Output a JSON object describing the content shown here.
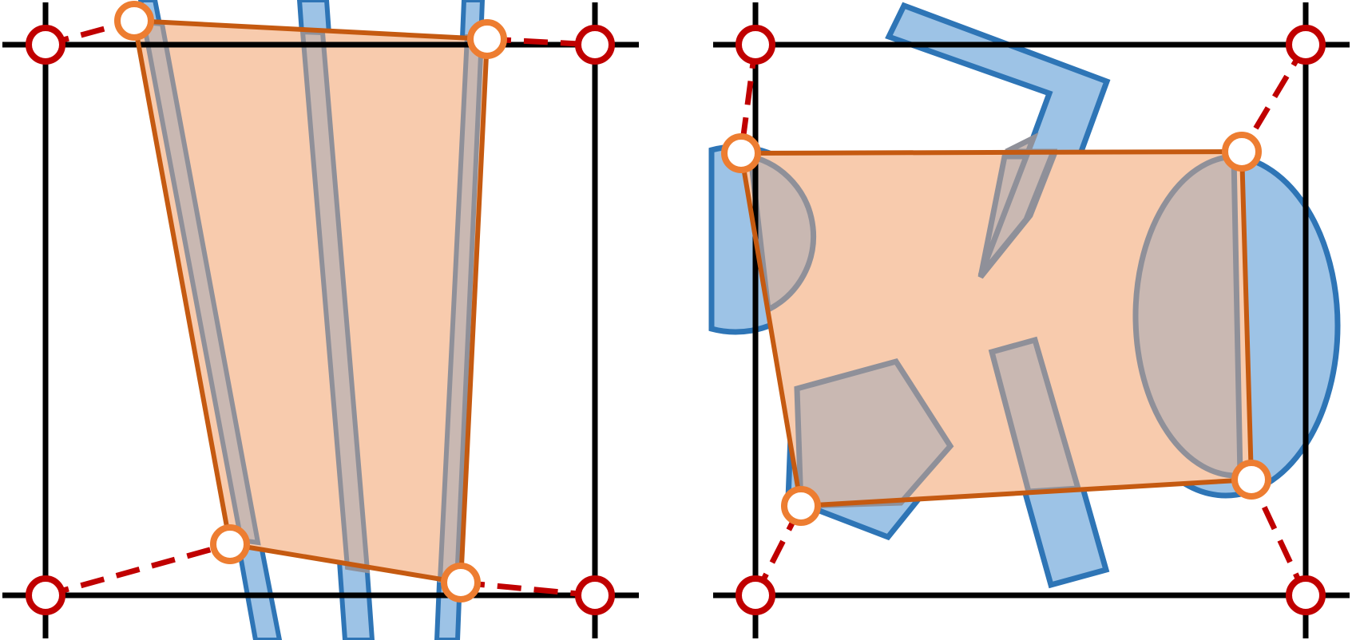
{
  "figure": {
    "panels": [
      {
        "id": "left",
        "description_id": "panel-left"
      },
      {
        "id": "right",
        "description_id": "panel-right"
      }
    ]
  },
  "colors": {
    "grid_line": "#000000",
    "grid_node_ring": "#c00000",
    "grid_node_fill": "#ffffff",
    "dashed_link": "#c00000",
    "quad_edge": "#c55a11",
    "quad_fill": "#f8cbad",
    "vertex_ring": "#ed7d31",
    "vertex_fill": "#ffffff",
    "shape_fill": "#9dc3e6",
    "shape_edge": "#2e75b6",
    "overlap_fill": "#c9b8b2",
    "overlap_edge": "#8f9099"
  },
  "icons": {
    "grid_node": "grid-node-icon",
    "quad_vertex": "quad-vertex-icon"
  }
}
